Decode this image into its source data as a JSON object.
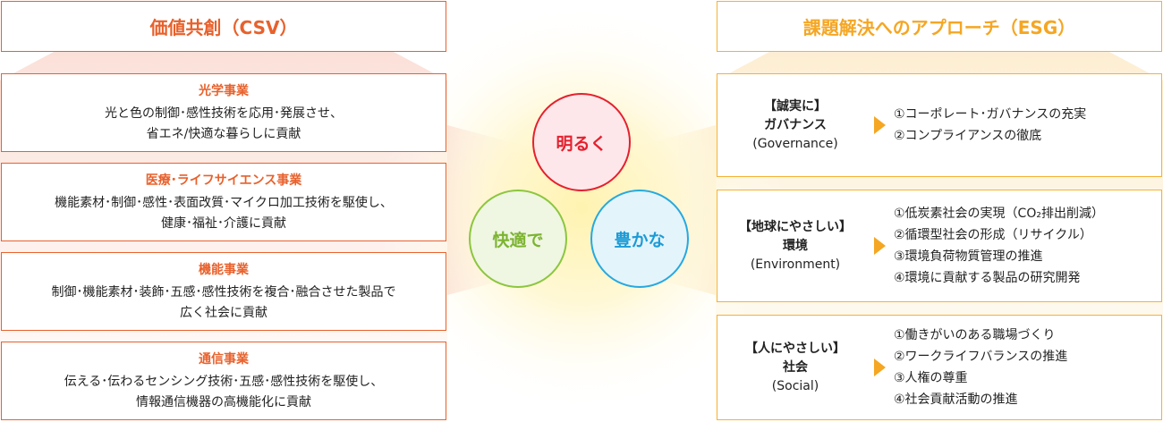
{
  "csv": {
    "title": "価値共創（CSV）",
    "businesses": [
      {
        "title": "光学事業",
        "lines": [
          "光と色の制御･感性技術を応用･発展させ、",
          "省エネ/快適な暮らしに貢献"
        ]
      },
      {
        "title": "医療･ライフサイエンス事業",
        "lines": [
          "機能素材･制御･感性･表面改質･マイクロ加工技術を駆使し、",
          "健康･福祉･介護に貢献"
        ]
      },
      {
        "title": "機能事業",
        "lines": [
          "制御･機能素材･装飾･五感･感性技術を複合･融合させた製品で",
          "広く社会に貢献"
        ]
      },
      {
        "title": "通信事業",
        "lines": [
          "伝える･伝わるセンシング技術･五感･感性技術を駆使し、",
          "情報通信機器の高機能化に貢献"
        ]
      }
    ]
  },
  "center": {
    "top": "明るく",
    "left": "快適で",
    "right": "豊かな"
  },
  "esg": {
    "title": "課題解決へのアプローチ（ESG）",
    "sections": [
      {
        "label_bold": "【誠実に】",
        "label_sub": "ガバナンス",
        "label_en": "(Governance)",
        "items": [
          "①コーポレート･ガバナンスの充実",
          "②コンプライアンスの徹底"
        ]
      },
      {
        "label_bold": "【地球にやさしい】",
        "label_sub": "環境",
        "label_en": "(Environment)",
        "items": [
          "①低炭素社会の実現（CO₂排出削減）",
          "②循環型社会の形成（リサイクル）",
          "③環境負荷物質管理の推進",
          "④環境に貢献する製品の研究開発"
        ]
      },
      {
        "label_bold": "【人にやさしい】",
        "label_sub": "社会",
        "label_en": "(Social)",
        "items": [
          "①働きがいのある職場づくり",
          "②ワークライフバランスの推進",
          "③人権の尊重",
          "④社会貢献活動の推進"
        ]
      }
    ]
  },
  "colors": {
    "csv_accent": "#e8612c",
    "esg_accent": "#f5a623",
    "red": "#e5202e",
    "green": "#8cc63e",
    "blue": "#26a9e0"
  }
}
